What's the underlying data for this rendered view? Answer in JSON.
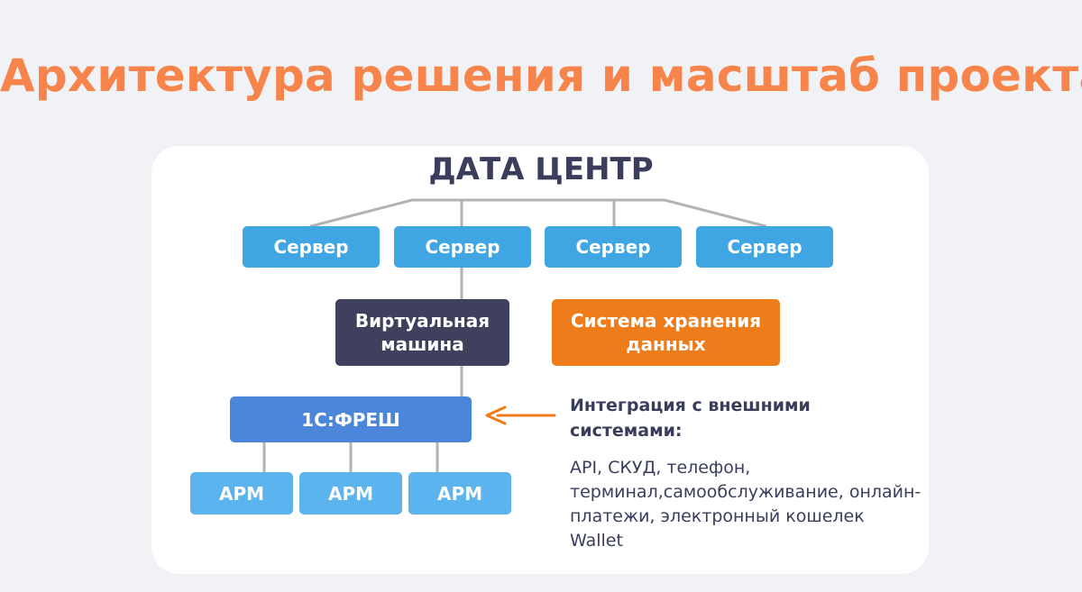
{
  "title": "Архитектура решения и масштаб проекта",
  "datacenter": {
    "label": "ДАТА ЦЕНТР"
  },
  "servers": [
    "Сервер",
    "Сервер",
    "Сервер",
    "Сервер"
  ],
  "vm": {
    "label": "Виртуальная машина"
  },
  "storage": {
    "label": "Система хранения данных"
  },
  "fresh": {
    "label": "1С:ФРЕШ"
  },
  "arms": [
    "АРМ",
    "АРМ",
    "АРМ"
  ],
  "integration": {
    "heading": "Интеграция с внешними системами:",
    "details": "API, СКУД, телефон, терминал,самообслуживание, онлайн-платежи, электронный кошелек Wallet"
  },
  "colors": {
    "title": "#f7844a",
    "server": "#3fa6e3",
    "vm": "#3f3f5e",
    "storage": "#ef7c1a",
    "fresh": "#4b86da",
    "arm": "#5cb4ef",
    "arrow": "#ef7c1a",
    "connector": "#b3b3b3"
  }
}
